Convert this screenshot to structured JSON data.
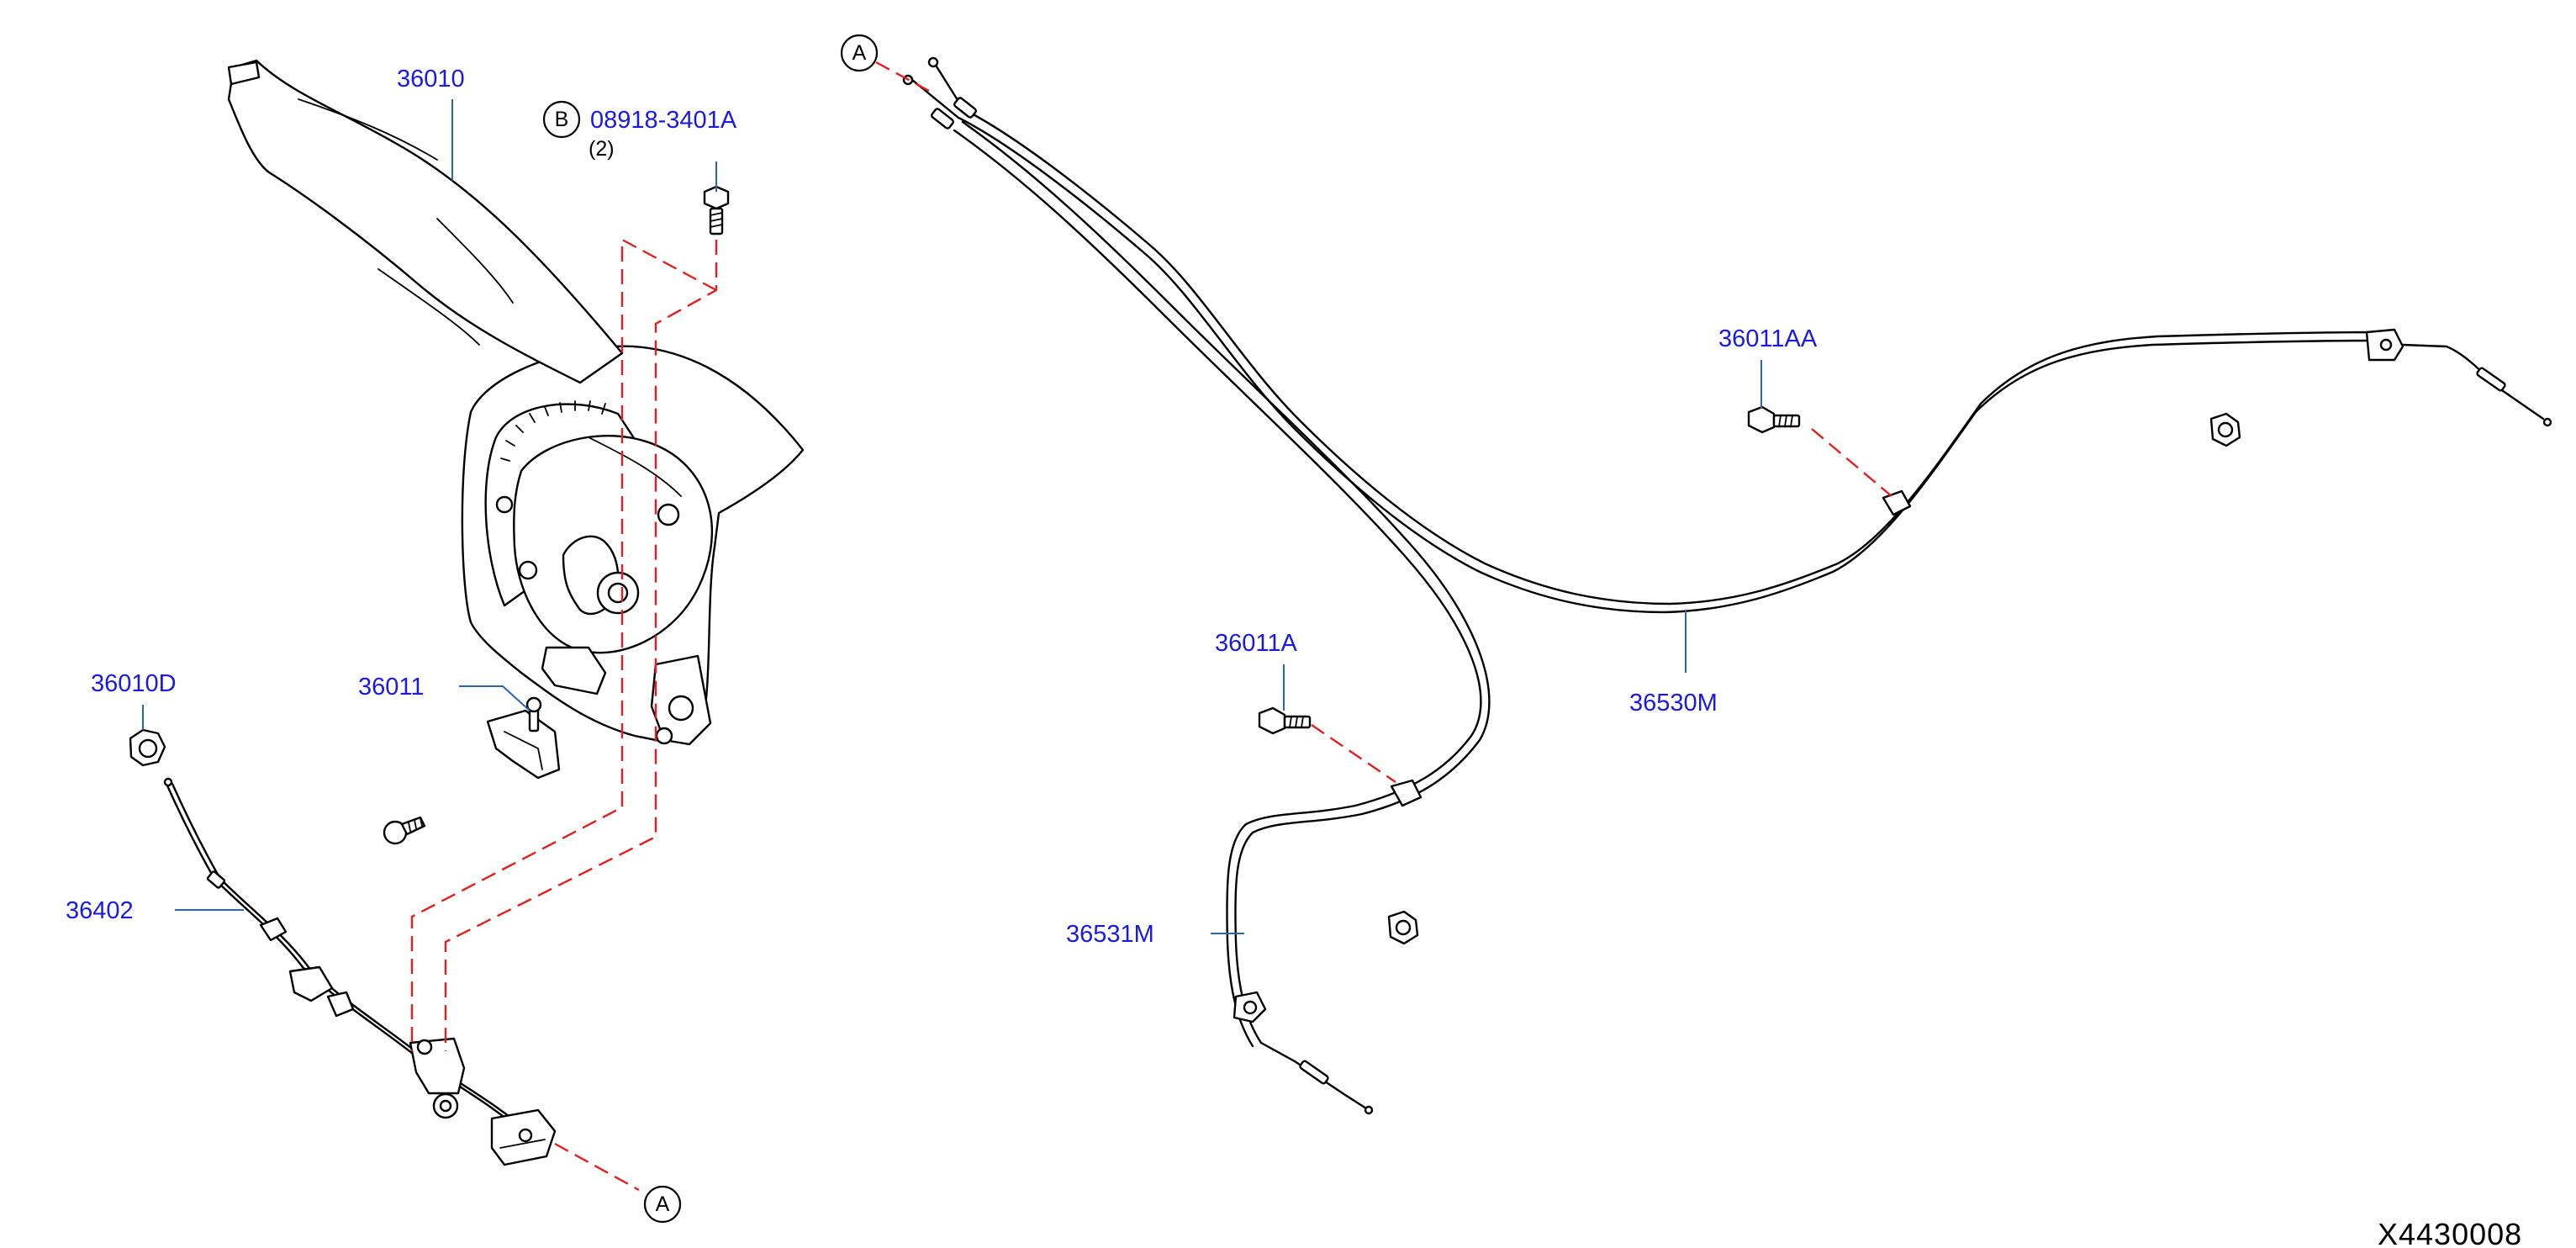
{
  "diagram": {
    "reference_code": "X4430008",
    "colors": {
      "label": "#1a1ae0",
      "leader": "#2b63b5",
      "dash": "#e02020",
      "line": "#000000"
    },
    "callouts": {
      "a_top": "A",
      "a_bottom": "A",
      "b": "B"
    },
    "parts": {
      "lever": "36010",
      "bolt_b": "08918-3401A",
      "bolt_b_qty": "(2)",
      "bracket_small": "36011",
      "nut_left": "36010D",
      "front_cable": "36402",
      "bolt_right": "36011AA",
      "bolt_center": "36011A",
      "cable_right": "36530M",
      "cable_left": "36531M"
    }
  }
}
